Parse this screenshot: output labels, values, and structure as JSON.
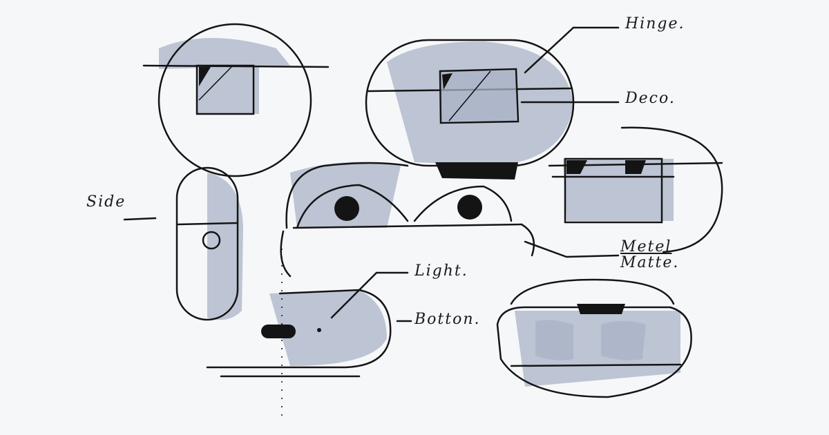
{
  "labels": {
    "hinge": "Hinge.",
    "deco": "Deco.",
    "side": "Side",
    "metal": "Metel",
    "matte": "Matte.",
    "light": "Light.",
    "button": "Botton."
  },
  "colors": {
    "ink": "#141414",
    "marker": "#a9b3c6",
    "paper": "#f6f7f9"
  }
}
